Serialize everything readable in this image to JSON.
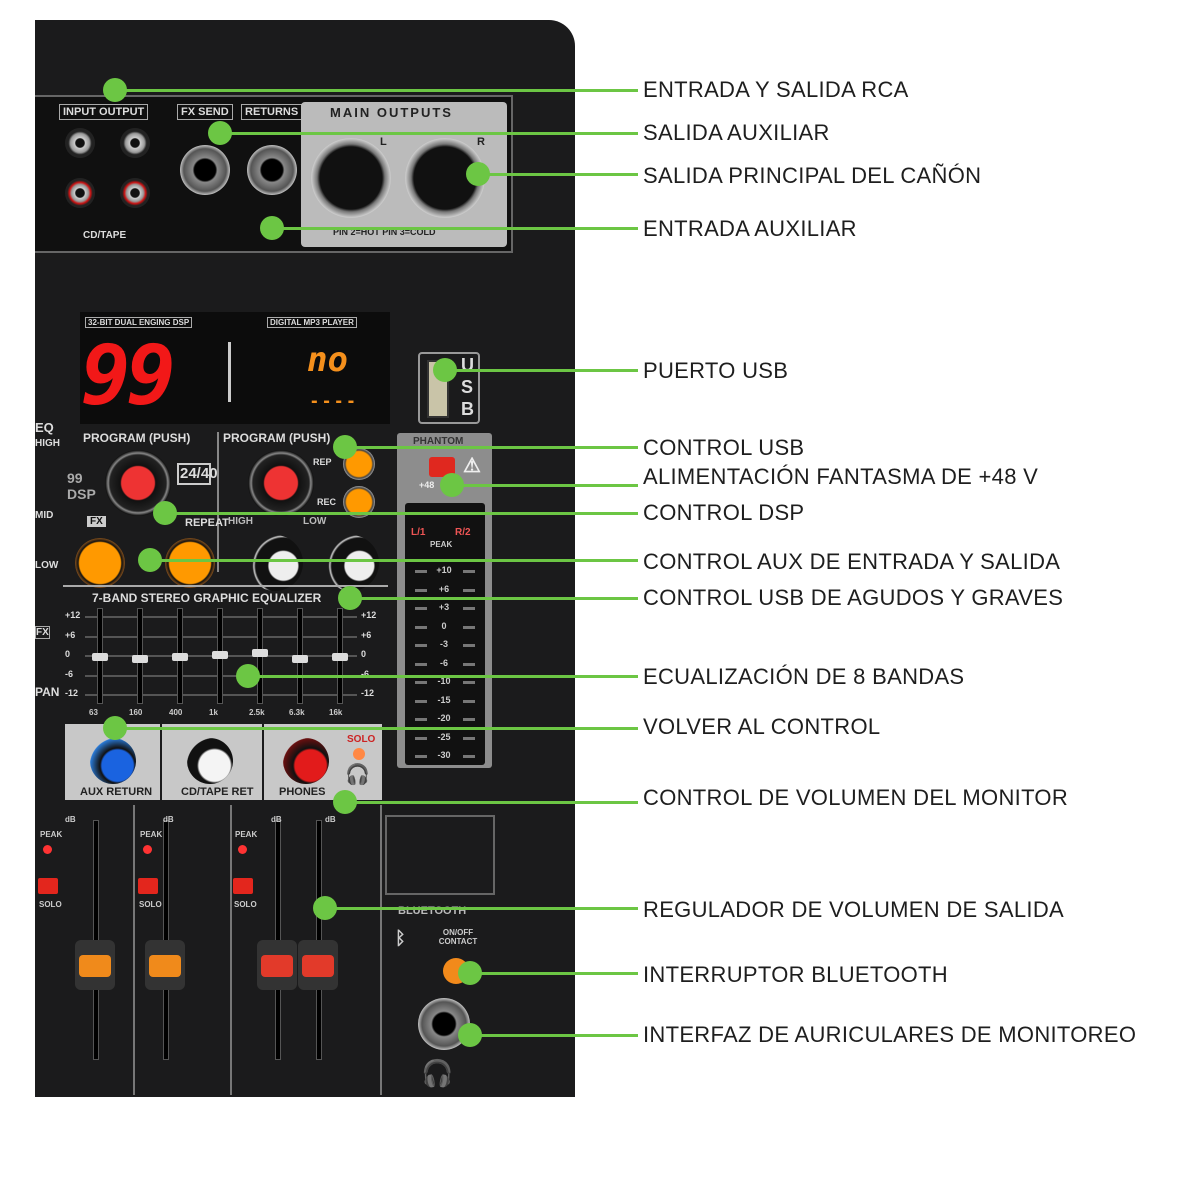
{
  "callouts": [
    "ENTRADA Y SALIDA RCA",
    "SALIDA AUXILIAR",
    "SALIDA PRINCIPAL DEL CAÑÓN",
    "ENTRADA AUXILIAR",
    "PUERTO USB",
    "CONTROL USB",
    "ALIMENTACIÓN FANTASMA DE +48 V",
    "CONTROL DSP",
    "CONTROL AUX DE ENTRADA Y SALIDA",
    "CONTROL USB DE AGUDOS Y GRAVES",
    "ECUALIZACIÓN DE 8 BANDAS",
    "VOLVER AL CONTROL",
    "CONTROL DE VOLUMEN DEL MONITOR",
    "REGULADOR DE VOLUMEN DE SALIDA",
    "INTERRUPTOR BLUETOOTH",
    "INTERFAZ DE AURICULARES DE MONITOREO"
  ],
  "panel": {
    "input_output": "INPUT  OUTPUT",
    "cd_tape": "CD/TAPE",
    "fx_send": "FX SEND",
    "returns": "RETURNS",
    "main_outputs": "MAIN OUTPUTS",
    "l": "L",
    "r": "R",
    "pins": "PIN 2=HOT  PIN 3=COLD",
    "dsp_title": "32-BIT DUAL ENGING DSP",
    "mp3_title": "DIGITAL MP3 PLAYER",
    "dsp_value": "99",
    "mp3_value": "no",
    "mp3_time": "- -  - -",
    "usb": "USB",
    "program1": "PROGRAM (PUSH)",
    "program2": "PROGRAM (PUSH)",
    "dsp_logo": "99 DSP",
    "badge": "24/40",
    "rep": "REP",
    "rec": "REC",
    "fx": "FX",
    "repeat": "REPEAT",
    "high": "HIGH",
    "low": "LOW",
    "phantom": "PHANTOM",
    "plus48": "+48",
    "l1": "L/1",
    "r2": "R/2",
    "peak": "PEAK",
    "meter": [
      "+10",
      "+6",
      "+3",
      "0",
      "-3",
      "-6",
      "-10",
      "-15",
      "-20",
      "-25",
      "-30"
    ],
    "eq_title": "7-BAND STEREO GRAPHIC EQUALIZER",
    "eq_scale": [
      "+12",
      "+6",
      "0",
      "-6",
      "-12"
    ],
    "eq_freqs": [
      "63",
      "160",
      "400",
      "1k",
      "2.5k",
      "6.3k",
      "16k"
    ],
    "aux_return": "AUX RETURN",
    "cd_tape_ret": "CD/TAPE RET",
    "phones": "PHONES",
    "solo": "SOLO",
    "peak_lbl": "PEAK",
    "db": "dB",
    "bluetooth": "BLUETOOTH",
    "onoff": "ON/OFF CONTACT",
    "left_labels": [
      "EQ",
      "HIGH",
      "MID",
      "LOW",
      "FX",
      "PAN"
    ]
  },
  "colors": {
    "accent": "#6cc644",
    "panel": "#1b1b1c"
  }
}
